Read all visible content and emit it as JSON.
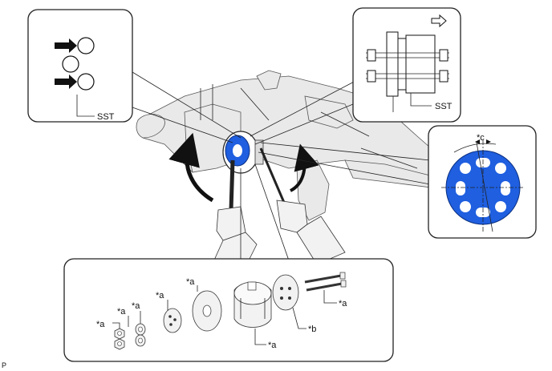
{
  "labels": {
    "sst_left": "SST",
    "sst_right": "SST",
    "c": "*c",
    "a1": "*a",
    "a2": "*a",
    "a3": "*a",
    "a4": "*a",
    "a5": "*a",
    "a6": "*a",
    "b": "*b",
    "corner": "P"
  },
  "icons": [
    "black-arrow-icon",
    "outline-arrow-icon",
    "rotation-arrow-icon"
  ],
  "colors": {
    "sst_blue": "#1f5fe0",
    "outline": "#222222",
    "part_fill": "#f2f2f2"
  }
}
